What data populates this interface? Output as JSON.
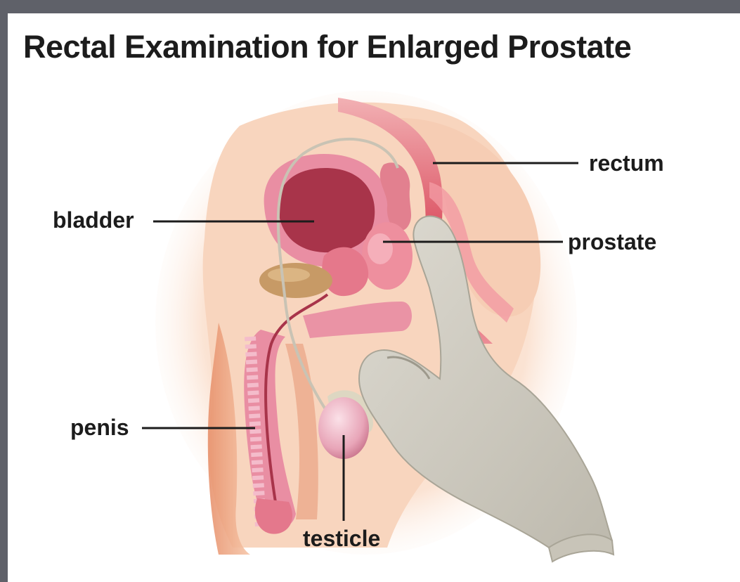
{
  "title": "Rectal Examination for Enlarged Prostate",
  "labels": {
    "rectum": "rectum",
    "bladder": "bladder",
    "prostate": "prostate",
    "penis": "penis",
    "testicle": "testicle"
  },
  "colors": {
    "frame": "#5f6169",
    "background": "#ffffff",
    "skin": "#f7d6c2",
    "tissue_pink": "#e7899c",
    "bladder_inner": "#a8344a",
    "glove": "#cfccc2",
    "rectum_red": "#d9485a",
    "label_text": "#1c1c1c"
  }
}
